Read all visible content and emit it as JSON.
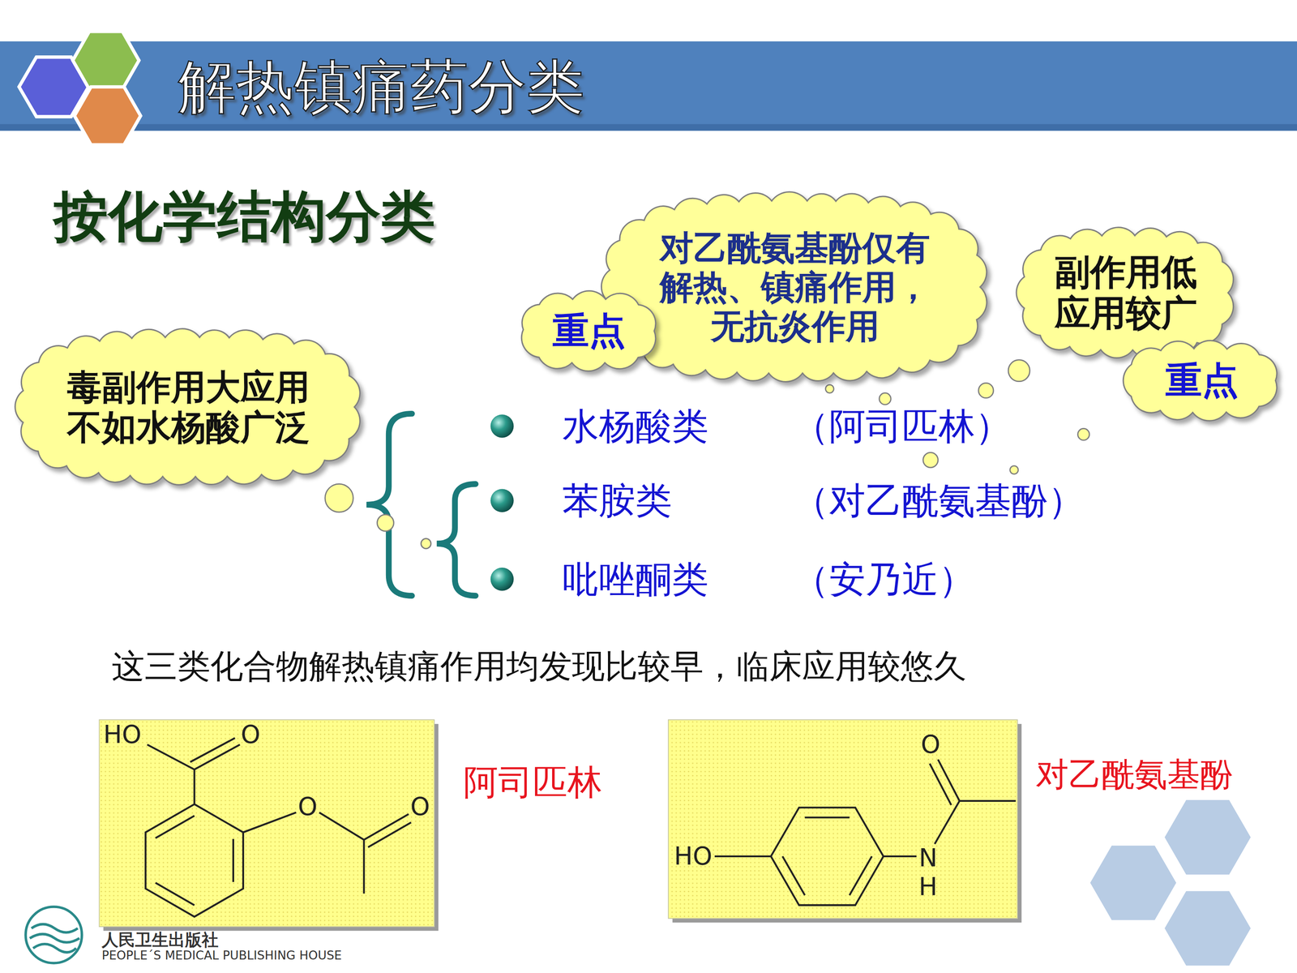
{
  "diagram": {
    "title": "解热镇痛药分类",
    "nodes": [
      {
        "text": [
          "对乙酰氨基酚仅有解热、镇痛作用，无抗炎作用"
        ]
      },
      {
        "text": [
          "重点"
        ]
      },
      {
        "text": [
          "副作用低应用较广"
        ]
      },
      {
        "text": [
          "重点"
        ]
      },
      {
        "text": [
          "毒副作用大应用不如水杨酸广泛"
        ]
      }
    ],
    "labels": [
      "按化学结构分类",
      "水杨酸类",
      "（阿司匹林）",
      "苯胺类",
      "（对乙酰氨基酚）",
      "吡唑酮类",
      "（安乃近）",
      "这三类化合物解热镇痛作用均发现比较早，临床应用较悠久",
      "HO",
      "O",
      "O",
      "O",
      "阿司匹林",
      "O",
      "HO",
      "N",
      "H",
      "对乙酰氨基酚",
      "人民卫生出版社",
      "PEOPLE´S MEDICAL PUBLISHING HOUSE"
    ]
  }
}
